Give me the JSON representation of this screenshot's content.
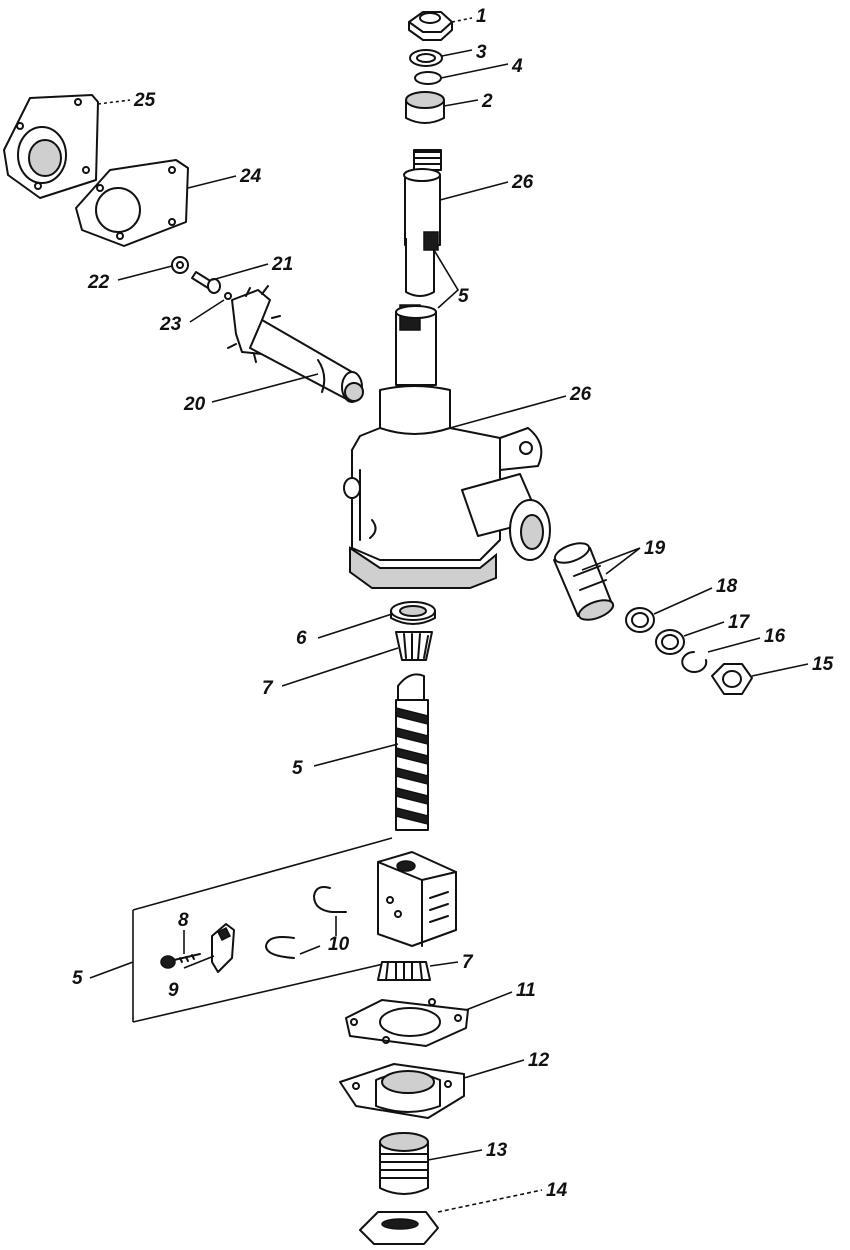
{
  "callouts": [
    {
      "id": "c1",
      "label": "1"
    },
    {
      "id": "c3",
      "label": "3"
    },
    {
      "id": "c4",
      "label": "4"
    },
    {
      "id": "c2",
      "label": "2"
    },
    {
      "id": "c25",
      "label": "25"
    },
    {
      "id": "c26a",
      "label": "26"
    },
    {
      "id": "c24",
      "label": "24"
    },
    {
      "id": "c21",
      "label": "21"
    },
    {
      "id": "c22",
      "label": "22"
    },
    {
      "id": "c5a",
      "label": "5"
    },
    {
      "id": "c23",
      "label": "23"
    },
    {
      "id": "c20",
      "label": "20"
    },
    {
      "id": "c26b",
      "label": "26"
    },
    {
      "id": "c19",
      "label": "19"
    },
    {
      "id": "c18",
      "label": "18"
    },
    {
      "id": "c6",
      "label": "6"
    },
    {
      "id": "c17",
      "label": "17"
    },
    {
      "id": "c16",
      "label": "16"
    },
    {
      "id": "c15",
      "label": "15"
    },
    {
      "id": "c7a",
      "label": "7"
    },
    {
      "id": "c5b",
      "label": "5"
    },
    {
      "id": "c8",
      "label": "8"
    },
    {
      "id": "c10",
      "label": "10"
    },
    {
      "id": "c5c",
      "label": "5"
    },
    {
      "id": "c7b",
      "label": "7"
    },
    {
      "id": "c9",
      "label": "9"
    },
    {
      "id": "c11",
      "label": "11"
    },
    {
      "id": "c12",
      "label": "12"
    },
    {
      "id": "c13",
      "label": "13"
    },
    {
      "id": "c14",
      "label": "14"
    }
  ]
}
